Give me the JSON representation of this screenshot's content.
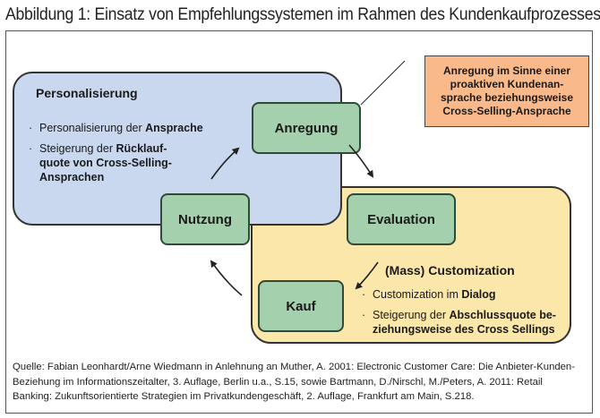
{
  "figure": {
    "title": "Abbildung 1: Einsatz von Empfehlungssystemen im Rahmen des Kundenkaufprozesses"
  },
  "personalization_box": {
    "heading": "Personalisierung",
    "bullets": [
      {
        "normal": "Personalisierung der ",
        "bold": "Ansprache"
      },
      {
        "normal": "Steigerung der ",
        "bold": "Rücklauf-",
        "line2": "quote von Cross-Selling-",
        "line3": "Ansprachen"
      }
    ]
  },
  "customization_box": {
    "heading": "(Mass) Customization",
    "bullets": [
      {
        "normal": "Customization im ",
        "bold": "Dialog"
      },
      {
        "normal": "Steigerung der ",
        "bold": "Abschlussquote be-",
        "line2": "ziehungsweise des Cross Sellings"
      }
    ]
  },
  "nodes": {
    "anregung": "Anregung",
    "evaluation": "Evaluation",
    "kauf": "Kauf",
    "nutzung": "Nutzung"
  },
  "note": {
    "lines": [
      "Anregung im Sinne einer",
      "proaktiven Kundenan-",
      "sprache beziehungsweise",
      "Cross-Selling-Ansprache"
    ]
  },
  "source": {
    "lines": [
      "Quelle: Fabian Leonhardt/Arne Wiedmann in Anlehnung an Muther, A. 2001: Electronic Customer Care: Die Anbieter-Kunden-",
      "Beziehung im Informationszeitalter, 3. Auflage, Berlin u.a., S.15, sowie Bartmann, D./Nirschl, M./Peters, A. 2011: Retail",
      "Banking: Zukunftsorientierte Strategien im Privatkundengeschäft, 2. Auflage, Frankfurt am Main, S.218."
    ]
  },
  "colors": {
    "personalization_fill": "#c9d8ef",
    "customization_fill": "#fbe7a9",
    "node_fill": "#a4d0ae",
    "note_fill": "#f9b98a"
  }
}
